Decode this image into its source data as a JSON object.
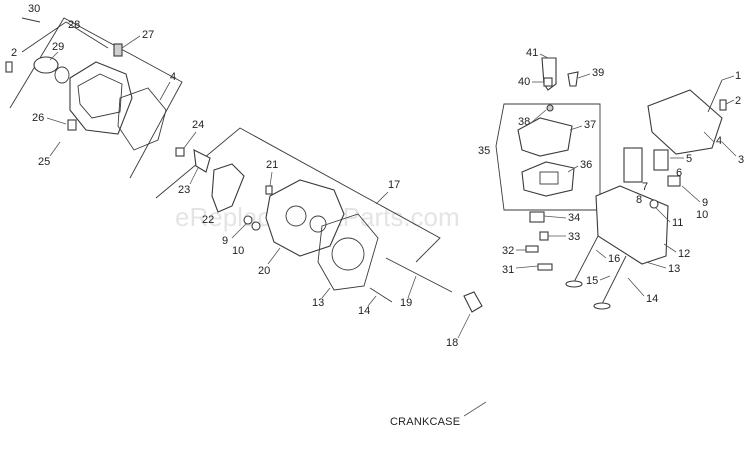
{
  "diagram": {
    "watermark": "eReplacementParts.com",
    "footer_label": "CRANKCASE",
    "callouts": {
      "c30": "30",
      "c28": "28",
      "c29": "29",
      "c27": "27",
      "c2a": "2",
      "c4a": "4",
      "c26": "26",
      "c25": "25",
      "c24": "24",
      "c23": "23",
      "c22": "22",
      "c21": "21",
      "c17": "17",
      "c9a": "9",
      "c10a": "10",
      "c20": "20",
      "c13a": "13",
      "c14a": "14",
      "c19": "19",
      "c18": "18",
      "c41": "41",
      "c40": "40",
      "c39": "39",
      "c38": "38",
      "c37": "37",
      "c35": "35",
      "c36": "36",
      "c34": "34",
      "c33": "33",
      "c32": "32",
      "c31": "31",
      "c16": "16",
      "c15": "15",
      "c14b": "14",
      "c13b": "13",
      "c12": "12",
      "c11": "11",
      "c10b": "10",
      "c9b": "9",
      "c8": "8",
      "c7": "7",
      "c6": "6",
      "c5": "5",
      "c4b": "4",
      "c3": "3",
      "c2b": "2",
      "c1": "1"
    }
  }
}
